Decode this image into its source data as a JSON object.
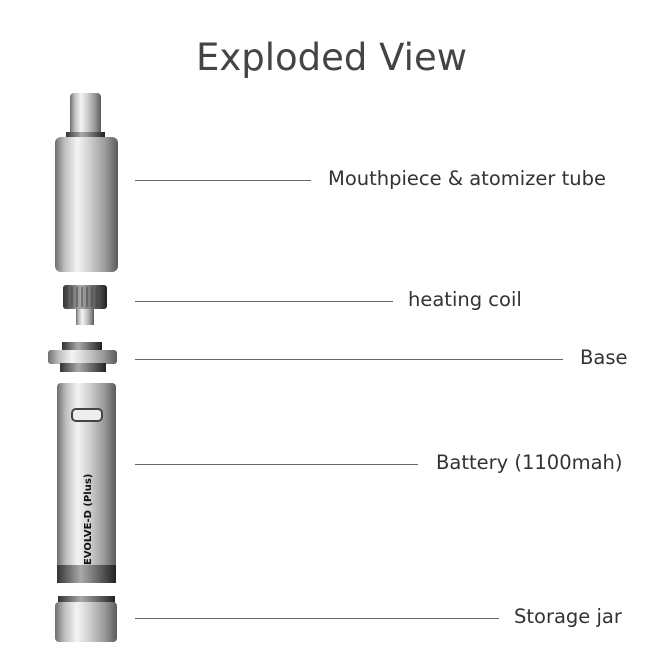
{
  "title": "Exploded View",
  "parts": [
    {
      "label": "Mouthpiece & atomizer tube"
    },
    {
      "label": "heating coil"
    },
    {
      "label": "Base"
    },
    {
      "label": "Battery (1100mah)"
    },
    {
      "label": "Storage jar"
    }
  ],
  "battery_brand": "EVOLVE-D Plus",
  "colors": {
    "text": "#333333",
    "line": "#666666",
    "metal": "#c8c8c8"
  }
}
